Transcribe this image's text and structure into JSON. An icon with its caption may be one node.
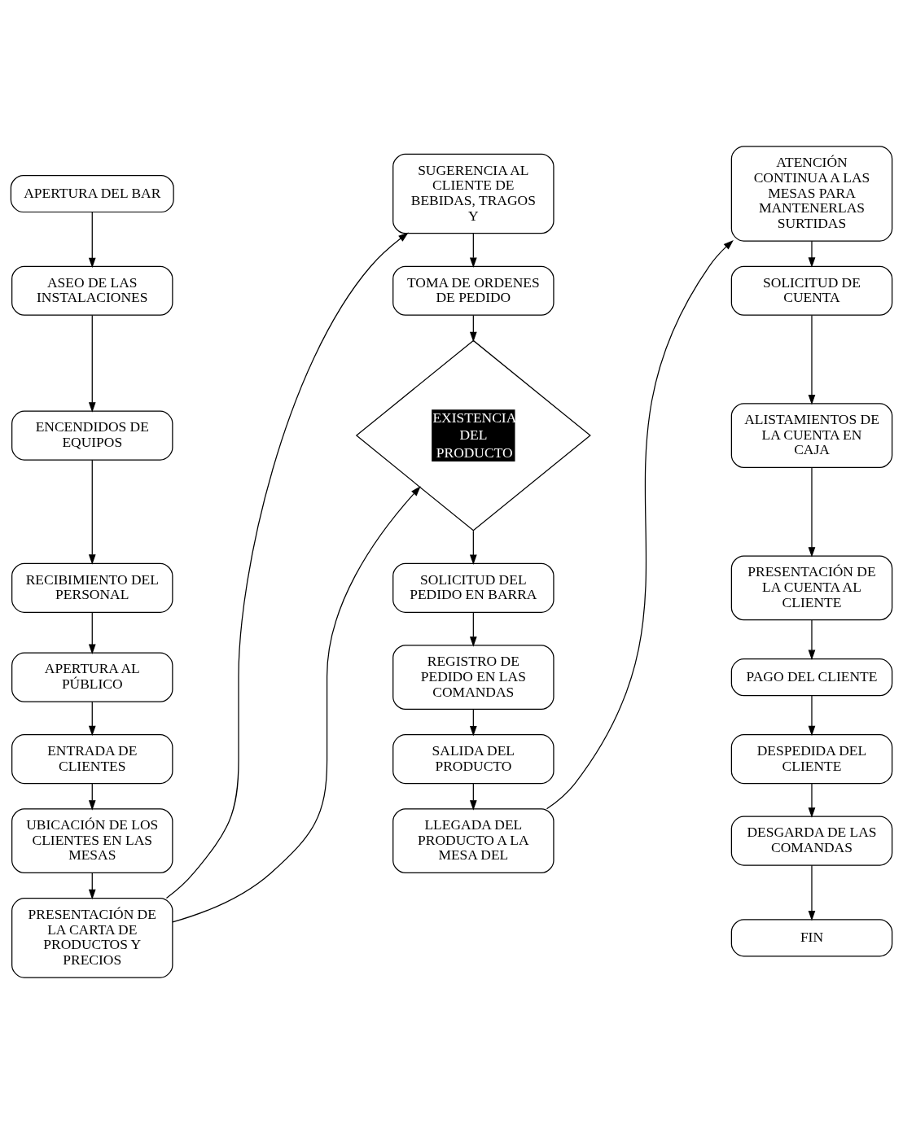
{
  "diagram": {
    "nodes": [
      {
        "text": [
          "APERTURA DEL BAR"
        ]
      },
      {
        "text": [
          "ASEO DE LAS INSTALACIONES"
        ]
      },
      {
        "text": [
          "ENCENDIDOS DE EQUIPOS"
        ]
      },
      {
        "text": [
          "RECIBIMIENTO DEL PERSONAL"
        ]
      },
      {
        "text": [
          "APERTURA AL PÚBLICO"
        ]
      },
      {
        "text": [
          "ENTRADA DE CLIENTES"
        ]
      },
      {
        "text": [
          "UBICACIÓN DE LOS CLIENTES EN LAS MESAS"
        ]
      },
      {
        "text": [
          "PRESENTACIÓN DE LA CARTA DE PRODUCTOS Y PRECIOS"
        ]
      },
      {
        "text": [
          "SUGERENCIA AL CLIENTE DE BEBIDAS, TRAGOS Y"
        ]
      },
      {
        "text": [
          "TOMA DE ORDENES DE PEDIDO"
        ]
      },
      {
        "text": [
          "EXISTENCIA DEL PRODUCTO"
        ]
      },
      {
        "text": [
          "SOLICITUD DEL PEDIDO EN BARRA"
        ]
      },
      {
        "text": [
          "REGISTRO DE PEDIDO EN LAS COMANDAS"
        ]
      },
      {
        "text": [
          "SALIDA DEL PRODUCTO"
        ]
      },
      {
        "text": [
          "LLEGADA DEL PRODUCTO A LA MESA DEL"
        ]
      },
      {
        "text": [
          "ATENCIÓN CONTINUA A LAS MESAS PARA MANTENERLAS SURTIDAS"
        ]
      },
      {
        "text": [
          "SOLICITUD DE CUENTA"
        ]
      },
      {
        "text": [
          "ALISTAMIENTOS DE LA CUENTA EN CAJA"
        ]
      },
      {
        "text": [
          "PRESENTACIÓN DE LA CUENTA AL CLIENTE"
        ]
      },
      {
        "text": [
          "PAGO DEL CLIENTE"
        ]
      },
      {
        "text": [
          "DESPEDIDA DEL CLIENTE"
        ]
      },
      {
        "text": [
          "DESGARDA DE LAS COMANDAS"
        ]
      },
      {
        "text": [
          "FIN"
        ]
      }
    ],
    "edges": [
      {
        "from": 0,
        "to": 1,
        "arrow": "to"
      },
      {
        "from": 1,
        "to": 2,
        "arrow": "to"
      },
      {
        "from": 2,
        "to": 3,
        "arrow": "to"
      },
      {
        "from": 3,
        "to": 4,
        "arrow": "to"
      },
      {
        "from": 4,
        "to": 5,
        "arrow": "to"
      },
      {
        "from": 5,
        "to": 6,
        "arrow": "to"
      },
      {
        "from": 6,
        "to": 7,
        "arrow": "to"
      },
      {
        "from": 7,
        "to": 8,
        "arrow": "to"
      },
      {
        "from": 7,
        "to": 10,
        "arrow": "to"
      },
      {
        "from": 8,
        "to": 9,
        "arrow": "to"
      },
      {
        "from": 9,
        "to": 10,
        "arrow": "to"
      },
      {
        "from": 10,
        "to": 11,
        "arrow": "to"
      },
      {
        "from": 11,
        "to": 12,
        "arrow": "to"
      },
      {
        "from": 12,
        "to": 13,
        "arrow": "to"
      },
      {
        "from": 13,
        "to": 14,
        "arrow": "to"
      },
      {
        "from": 14,
        "to": 15,
        "arrow": "to"
      },
      {
        "from": 15,
        "to": 16,
        "arrow": "to"
      },
      {
        "from": 16,
        "to": 17,
        "arrow": "to"
      },
      {
        "from": 17,
        "to": 18,
        "arrow": "to"
      },
      {
        "from": 18,
        "to": 19,
        "arrow": "to"
      },
      {
        "from": 19,
        "to": 20,
        "arrow": "to"
      },
      {
        "from": 20,
        "to": 21,
        "arrow": "to"
      },
      {
        "from": 21,
        "to": 22,
        "arrow": "to"
      }
    ]
  }
}
